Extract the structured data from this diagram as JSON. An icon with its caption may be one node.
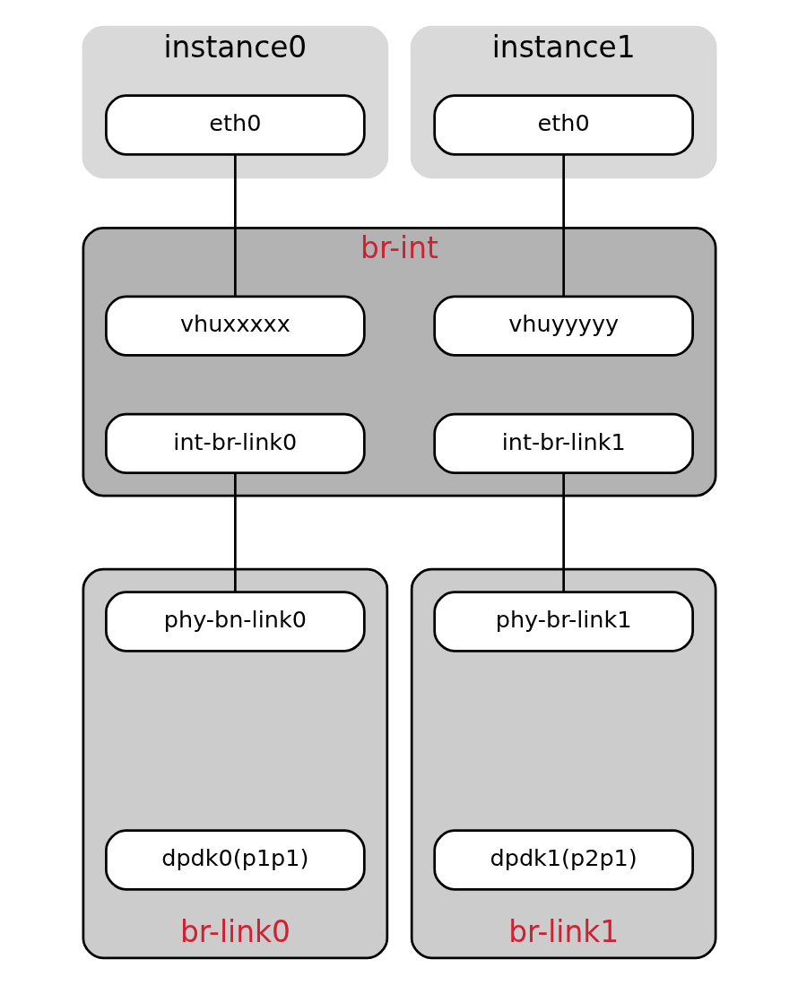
{
  "diagram": {
    "nodes": [
      {
        "text": [
          "instance0"
        ]
      },
      {
        "text": [
          "eth0"
        ],
        "in": 0
      },
      {
        "text": [
          "instance1"
        ]
      },
      {
        "text": [
          "eth0"
        ],
        "in": 2
      },
      {
        "text": [
          "br-int"
        ]
      },
      {
        "text": [
          "vhuxxxxx"
        ],
        "in": 4
      },
      {
        "text": [
          "vhuyyyyy"
        ],
        "in": 4
      },
      {
        "text": [
          "int-br-link0"
        ],
        "in": 4
      },
      {
        "text": [
          "int-br-link1"
        ],
        "in": 4
      },
      {
        "text": [
          "br-link0"
        ]
      },
      {
        "text": [
          "phy-bn-link0"
        ],
        "in": 9
      },
      {
        "text": [
          "dpdk0(p1p1)"
        ],
        "in": 9
      },
      {
        "text": [
          "br-link1"
        ]
      },
      {
        "text": [
          "phy-br-link1"
        ],
        "in": 12
      },
      {
        "text": [
          "dpdk1(p2p1)"
        ],
        "in": 12
      }
    ],
    "edges": [
      {
        "from": 1,
        "to": 5,
        "arrow": "none"
      },
      {
        "from": 3,
        "to": 6,
        "arrow": "none"
      },
      {
        "from": 7,
        "to": 10,
        "arrow": "none"
      },
      {
        "from": 8,
        "to": 13,
        "arrow": "none"
      }
    ]
  }
}
